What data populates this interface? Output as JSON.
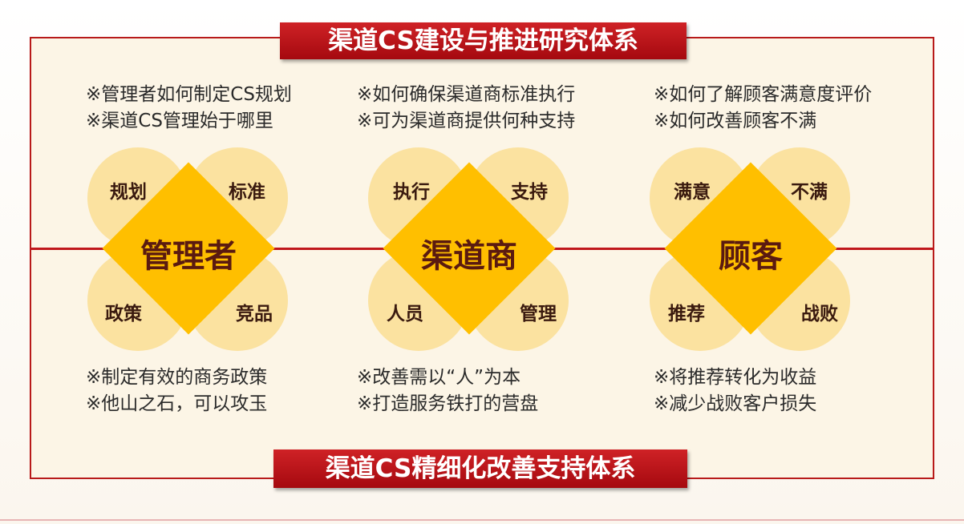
{
  "top_banner": "渠道CS建设与推进研究体系",
  "bottom_banner": "渠道CS精细化改善支持体系",
  "columns": [
    {
      "center": "管理者",
      "petals": {
        "top_left": "规划",
        "top_right": "标准",
        "bottom_left": "政策",
        "bottom_right": "竞品"
      },
      "top_notes": [
        "※管理者如何制定CS规划",
        "※渠道CS管理始于哪里"
      ],
      "bottom_notes": [
        "※制定有效的商务政策",
        "※他山之石，可以攻玉"
      ]
    },
    {
      "center": "渠道商",
      "petals": {
        "top_left": "执行",
        "top_right": "支持",
        "bottom_left": "人员",
        "bottom_right": "管理"
      },
      "top_notes": [
        "※如何确保渠道商标准执行",
        "※可为渠道商提供何种支持"
      ],
      "bottom_notes": [
        "※改善需以“人”为本",
        "※打造服务铁打的营盘"
      ]
    },
    {
      "center": "顾客",
      "petals": {
        "top_left": "满意",
        "top_right": "不满",
        "bottom_left": "推荐",
        "bottom_right": "战败"
      },
      "top_notes": [
        "※如何了解顾客满意度评价",
        "※如何改善顾客不满"
      ],
      "bottom_notes": [
        "※将推荐转化为收益",
        "※减少战败客户损失"
      ]
    }
  ],
  "colors": {
    "banner": "#b5121b",
    "frame": "#b81a1a",
    "diamond": "#ffbf00",
    "petal": "#fbe09a"
  }
}
